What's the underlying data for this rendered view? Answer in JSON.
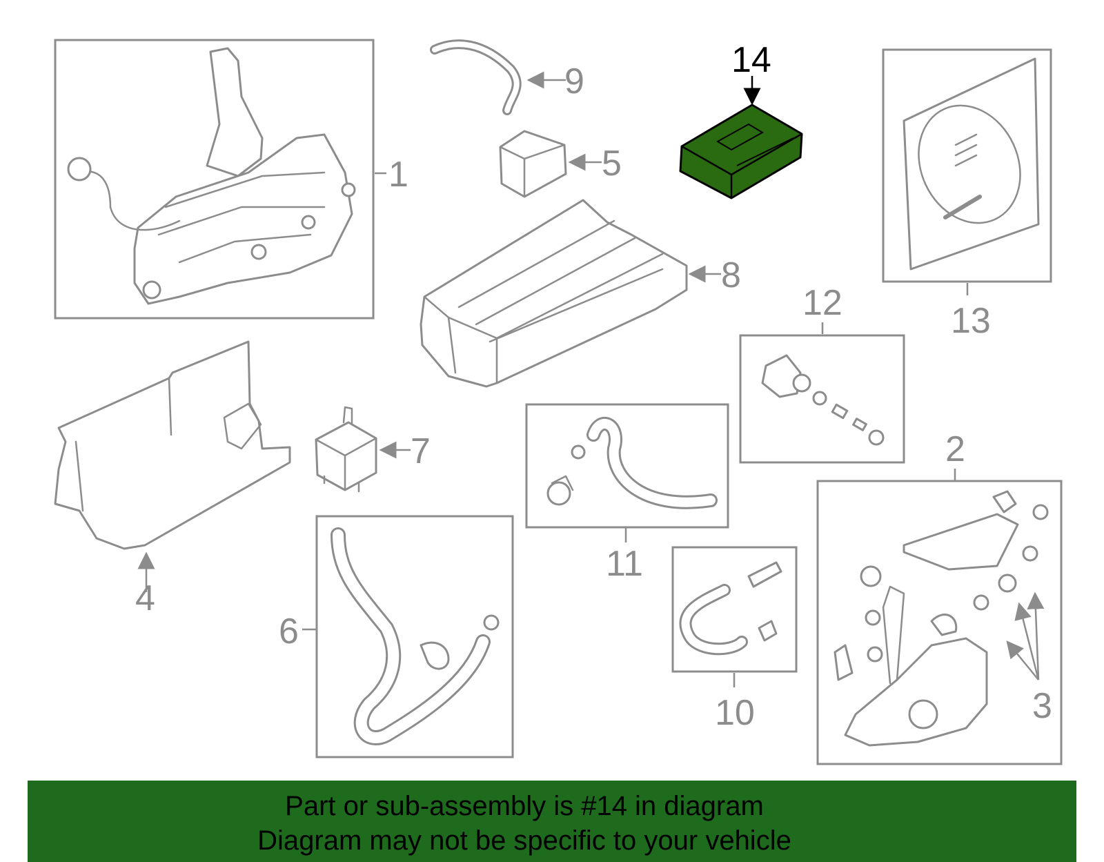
{
  "highlight_color": "#2a6b12",
  "banner_color": "#1e6b1e",
  "callouts": {
    "c1": "1",
    "c2": "2",
    "c3": "3",
    "c4": "4",
    "c5": "5",
    "c6": "6",
    "c7": "7",
    "c8": "8",
    "c9": "9",
    "c10": "10",
    "c11": "11",
    "c12": "12",
    "c13": "13",
    "c14": "14"
  },
  "banner": {
    "line1": "Part or sub-assembly is #14 in diagram",
    "line2": "Diagram may not be specific to your vehicle"
  }
}
